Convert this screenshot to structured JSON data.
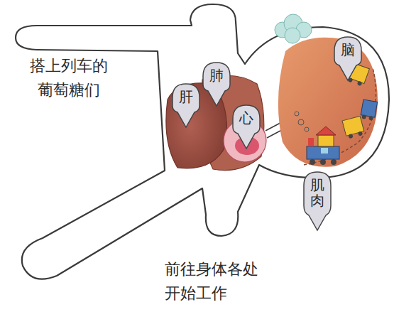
{
  "diagram": {
    "nodes": [
      {
        "text": [
          "肝"
        ]
      },
      {
        "text": [
          "肺"
        ]
      },
      {
        "text": [
          "心"
        ]
      },
      {
        "text": [
          "脑"
        ]
      },
      {
        "text": [
          "肌肉"
        ]
      }
    ],
    "labels": [
      "搭上列车的 葡萄糖们",
      "前往身体各处 开始工作"
    ]
  }
}
